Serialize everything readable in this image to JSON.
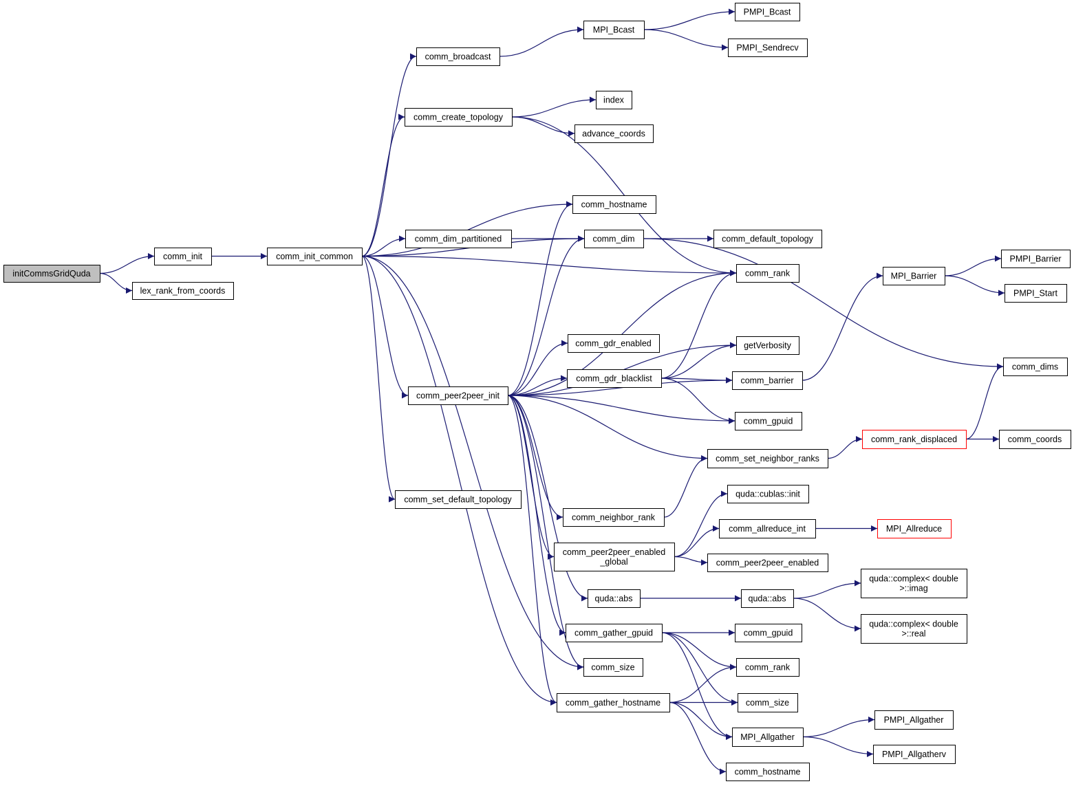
{
  "colors": {
    "edge": "#191970",
    "root_fill": "#bfbfbf",
    "truncated_border": "#ff0000"
  },
  "nodes": [
    {
      "id": "initCommsGridQuda",
      "label": "initCommsGridQuda",
      "root": true
    },
    {
      "id": "comm_init",
      "label": "comm_init"
    },
    {
      "id": "lex_rank_from_coords",
      "label": "lex_rank_from_coords"
    },
    {
      "id": "comm_init_common",
      "label": "comm_init_common"
    },
    {
      "id": "comm_broadcast",
      "label": "comm_broadcast"
    },
    {
      "id": "comm_create_topology",
      "label": "comm_create_topology"
    },
    {
      "id": "comm_hostname_a",
      "label": "comm_hostname"
    },
    {
      "id": "comm_dim_partitioned",
      "label": "comm_dim_partitioned"
    },
    {
      "id": "comm_dim",
      "label": "comm_dim"
    },
    {
      "id": "comm_peer2peer_init",
      "label": "comm_peer2peer_init"
    },
    {
      "id": "comm_set_default_topology",
      "label": "comm_set_default_topology"
    },
    {
      "id": "MPI_Bcast",
      "label": "MPI_Bcast"
    },
    {
      "id": "PMPI_Bcast",
      "label": "PMPI_Bcast"
    },
    {
      "id": "PMPI_Sendrecv",
      "label": "PMPI_Sendrecv"
    },
    {
      "id": "index",
      "label": "index"
    },
    {
      "id": "advance_coords",
      "label": "advance_coords"
    },
    {
      "id": "comm_default_topology",
      "label": "comm_default_topology"
    },
    {
      "id": "comm_rank_a",
      "label": "comm_rank"
    },
    {
      "id": "comm_gdr_enabled",
      "label": "comm_gdr_enabled"
    },
    {
      "id": "getVerbosity",
      "label": "getVerbosity"
    },
    {
      "id": "comm_gdr_blacklist",
      "label": "comm_gdr_blacklist"
    },
    {
      "id": "comm_barrier",
      "label": "comm_barrier"
    },
    {
      "id": "comm_gpuid_a",
      "label": "comm_gpuid"
    },
    {
      "id": "comm_set_neighbor_ranks",
      "label": "comm_set_neighbor_ranks"
    },
    {
      "id": "comm_neighbor_rank",
      "label": "comm_neighbor_rank"
    },
    {
      "id": "comm_peer2peer_enabled_global",
      "label": "comm_peer2peer_enabled\n_global"
    },
    {
      "id": "quda_abs_a",
      "label": "quda::abs"
    },
    {
      "id": "comm_gather_gpuid",
      "label": "comm_gather_gpuid"
    },
    {
      "id": "comm_size_a",
      "label": "comm_size"
    },
    {
      "id": "comm_gather_hostname",
      "label": "comm_gather_hostname"
    },
    {
      "id": "MPI_Barrier",
      "label": "MPI_Barrier"
    },
    {
      "id": "PMPI_Barrier",
      "label": "PMPI_Barrier"
    },
    {
      "id": "PMPI_Start",
      "label": "PMPI_Start"
    },
    {
      "id": "comm_dims",
      "label": "comm_dims"
    },
    {
      "id": "comm_rank_displaced",
      "label": "comm_rank_displaced",
      "truncated": true
    },
    {
      "id": "comm_coords",
      "label": "comm_coords"
    },
    {
      "id": "quda_cublas_init",
      "label": "quda::cublas::init"
    },
    {
      "id": "comm_allreduce_int",
      "label": "comm_allreduce_int"
    },
    {
      "id": "MPI_Allreduce",
      "label": "MPI_Allreduce",
      "truncated": true
    },
    {
      "id": "comm_peer2peer_enabled",
      "label": "comm_peer2peer_enabled"
    },
    {
      "id": "quda_abs_b",
      "label": "quda::abs"
    },
    {
      "id": "complex_imag",
      "label": "quda::complex< double\n>::imag"
    },
    {
      "id": "complex_real",
      "label": "quda::complex< double\n>::real"
    },
    {
      "id": "comm_gpuid_b",
      "label": "comm_gpuid"
    },
    {
      "id": "comm_rank_b",
      "label": "comm_rank"
    },
    {
      "id": "comm_size_b",
      "label": "comm_size"
    },
    {
      "id": "MPI_Allgather",
      "label": "MPI_Allgather"
    },
    {
      "id": "comm_hostname_b",
      "label": "comm_hostname"
    },
    {
      "id": "PMPI_Allgather",
      "label": "PMPI_Allgather"
    },
    {
      "id": "PMPI_Allgatherv",
      "label": "PMPI_Allgatherv"
    }
  ],
  "edges": [
    [
      "initCommsGridQuda",
      "comm_init"
    ],
    [
      "initCommsGridQuda",
      "lex_rank_from_coords"
    ],
    [
      "comm_init",
      "comm_init_common"
    ],
    [
      "comm_init_common",
      "comm_broadcast"
    ],
    [
      "comm_init_common",
      "comm_create_topology"
    ],
    [
      "comm_init_common",
      "comm_hostname_a"
    ],
    [
      "comm_init_common",
      "comm_dim_partitioned"
    ],
    [
      "comm_init_common",
      "comm_dim"
    ],
    [
      "comm_init_common",
      "comm_rank_a"
    ],
    [
      "comm_init_common",
      "comm_peer2peer_init"
    ],
    [
      "comm_init_common",
      "comm_set_default_topology"
    ],
    [
      "comm_init_common",
      "comm_size_a"
    ],
    [
      "comm_init_common",
      "comm_gather_hostname"
    ],
    [
      "comm_broadcast",
      "MPI_Bcast"
    ],
    [
      "MPI_Bcast",
      "PMPI_Bcast"
    ],
    [
      "MPI_Bcast",
      "PMPI_Sendrecv"
    ],
    [
      "comm_create_topology",
      "index"
    ],
    [
      "comm_create_topology",
      "advance_coords"
    ],
    [
      "comm_create_topology",
      "comm_rank_a"
    ],
    [
      "comm_dim_partitioned",
      "comm_dim"
    ],
    [
      "comm_dim",
      "comm_default_topology"
    ],
    [
      "comm_dim",
      "comm_dims"
    ],
    [
      "comm_peer2peer_init",
      "comm_hostname_a"
    ],
    [
      "comm_peer2peer_init",
      "comm_dim"
    ],
    [
      "comm_peer2peer_init",
      "comm_rank_a"
    ],
    [
      "comm_peer2peer_init",
      "getVerbosity"
    ],
    [
      "comm_peer2peer_init",
      "comm_gdr_enabled"
    ],
    [
      "comm_peer2peer_init",
      "comm_gdr_blacklist"
    ],
    [
      "comm_peer2peer_init",
      "comm_barrier"
    ],
    [
      "comm_peer2peer_init",
      "comm_gpuid_a"
    ],
    [
      "comm_peer2peer_init",
      "comm_set_neighbor_ranks"
    ],
    [
      "comm_peer2peer_init",
      "comm_neighbor_rank"
    ],
    [
      "comm_peer2peer_init",
      "comm_peer2peer_enabled_global"
    ],
    [
      "comm_peer2peer_init",
      "quda_abs_a"
    ],
    [
      "comm_peer2peer_init",
      "comm_gather_gpuid"
    ],
    [
      "comm_peer2peer_init",
      "comm_size_a"
    ],
    [
      "comm_peer2peer_init",
      "comm_gather_hostname"
    ],
    [
      "comm_gdr_blacklist",
      "comm_rank_a"
    ],
    [
      "comm_gdr_blacklist",
      "getVerbosity"
    ],
    [
      "comm_gdr_blacklist",
      "comm_barrier"
    ],
    [
      "comm_gdr_blacklist",
      "comm_gpuid_a"
    ],
    [
      "comm_barrier",
      "MPI_Barrier"
    ],
    [
      "MPI_Barrier",
      "PMPI_Barrier"
    ],
    [
      "MPI_Barrier",
      "PMPI_Start"
    ],
    [
      "comm_set_neighbor_ranks",
      "comm_rank_displaced"
    ],
    [
      "comm_rank_displaced",
      "comm_coords"
    ],
    [
      "comm_rank_displaced",
      "comm_dims"
    ],
    [
      "comm_neighbor_rank",
      "comm_set_neighbor_ranks"
    ],
    [
      "comm_peer2peer_enabled_global",
      "quda_cublas_init"
    ],
    [
      "comm_peer2peer_enabled_global",
      "comm_allreduce_int"
    ],
    [
      "comm_peer2peer_enabled_global",
      "comm_peer2peer_enabled"
    ],
    [
      "comm_allreduce_int",
      "MPI_Allreduce"
    ],
    [
      "quda_abs_a",
      "quda_abs_b"
    ],
    [
      "quda_abs_b",
      "complex_imag"
    ],
    [
      "quda_abs_b",
      "complex_real"
    ],
    [
      "comm_gather_gpuid",
      "comm_gpuid_b"
    ],
    [
      "comm_gather_gpuid",
      "comm_rank_b"
    ],
    [
      "comm_gather_gpuid",
      "comm_size_b"
    ],
    [
      "comm_gather_gpuid",
      "MPI_Allgather"
    ],
    [
      "comm_gather_hostname",
      "comm_rank_b"
    ],
    [
      "comm_gather_hostname",
      "comm_size_b"
    ],
    [
      "comm_gather_hostname",
      "MPI_Allgather"
    ],
    [
      "comm_gather_hostname",
      "comm_hostname_b"
    ],
    [
      "MPI_Allgather",
      "PMPI_Allgather"
    ],
    [
      "MPI_Allgather",
      "PMPI_Allgatherv"
    ]
  ]
}
